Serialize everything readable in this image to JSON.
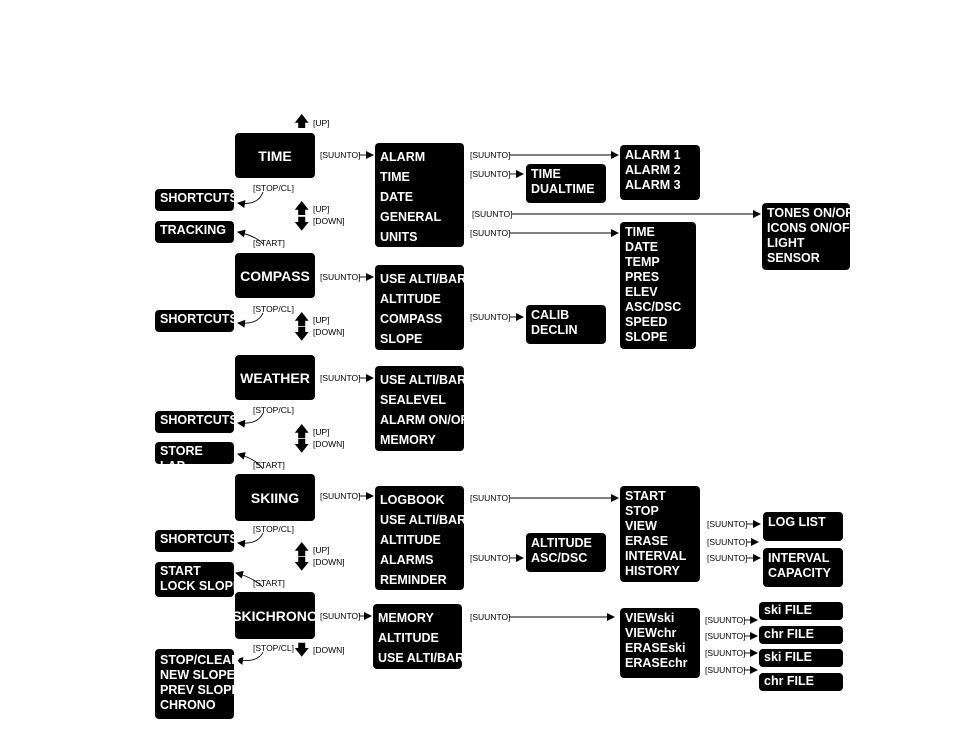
{
  "modes": {
    "time": "TIME",
    "compass": "COMPASS",
    "weather": "WEATHER",
    "skiing": "SKIING",
    "skichrono": "SKICHRONO"
  },
  "menus": {
    "time": [
      "ALARM",
      "TIME",
      "DATE",
      "GENERAL",
      "UNITS"
    ],
    "compass": [
      "USE ALTI/BARO",
      "ALTITUDE",
      "COMPASS",
      "SLOPE"
    ],
    "weather": [
      "USE ALTI/BARO",
      "SEALEVEL",
      "ALARM ON/OFF",
      "MEMORY"
    ],
    "skiing": [
      "LOGBOOK",
      "USE ALTI/BARO",
      "ALTITUDE",
      "ALARMS",
      "REMINDER"
    ],
    "skichrono": [
      "MEMORY",
      "ALTITUDE",
      "USE ALTI/BARO"
    ]
  },
  "submenus": {
    "alarms": [
      "ALARM 1",
      "ALARM  2",
      "ALARM 3"
    ],
    "time": [
      "TIME",
      "DUALTIME"
    ],
    "general": [
      "TONES ON/OFF",
      "ICONS ON/OFF",
      "LIGHT",
      "SENSOR"
    ],
    "units": [
      "TIME",
      "DATE",
      "TEMP",
      "PRES",
      "ELEV",
      "ASC/DSC",
      "SPEED",
      "SLOPE"
    ],
    "compass": [
      "CALIB",
      "DECLIN"
    ],
    "logbook": [
      "START",
      "STOP",
      "VIEW",
      "ERASE",
      "INTERVAL",
      "HISTORY"
    ],
    "alarms_ski": [
      "ALTITUDE",
      "ASC/DSC"
    ],
    "memory": [
      "VIEWski",
      "VIEWchr",
      "ERASEski",
      "ERASEchr"
    ],
    "loglist": "LOG LIST",
    "interval_capacity": [
      "INTERVAL",
      "CAPACITY"
    ],
    "filelists": [
      "ski FILE LIST",
      "chr FILE LIST",
      "ski FILE LIST",
      "chr FILE LIST"
    ]
  },
  "side": {
    "shortcuts": "SHORTCUTS",
    "tracking": "TRACKING",
    "store_lap": "STORE LAP",
    "start_lock": [
      "START",
      "LOCK SLOPE"
    ],
    "stop_clear": [
      "STOP/CLEAR",
      "NEW SLOPE",
      "PREV SLOPE",
      "CHRONO"
    ]
  },
  "buttons": {
    "up": "[UP]",
    "down": "[DOWN]",
    "suunto": "[SUUNTO]",
    "stopcl": "[STOP/CL]",
    "start": "[START]"
  },
  "icons": {
    "up": "up-arrow-icon",
    "down": "down-arrow-icon"
  }
}
